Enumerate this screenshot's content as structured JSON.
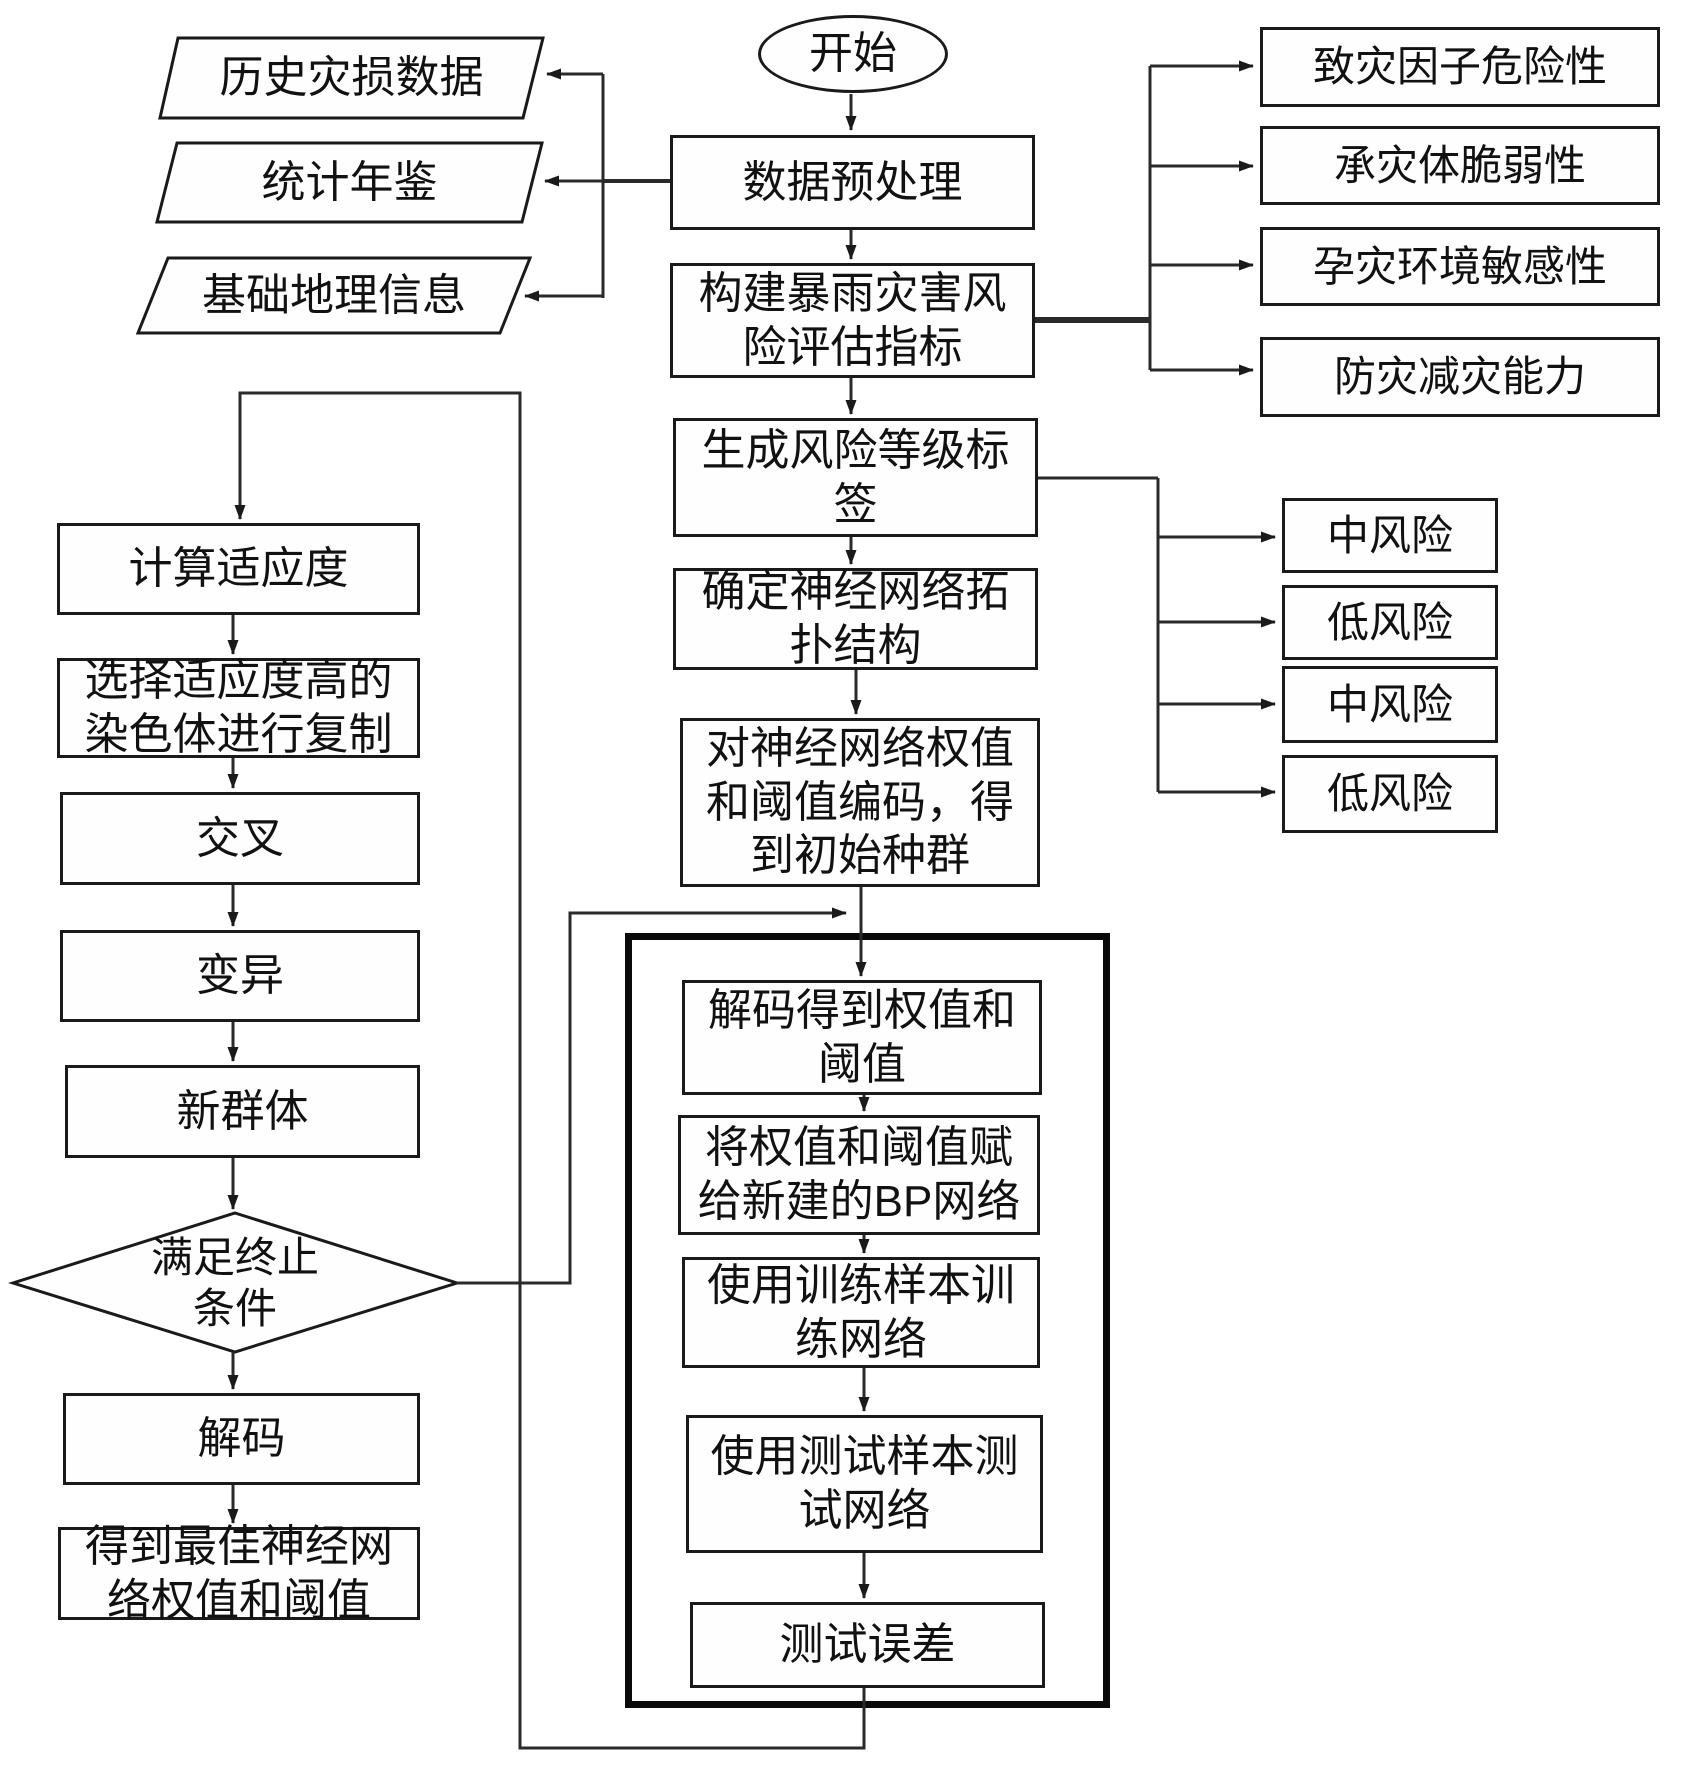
{
  "flowchart": {
    "nodes": {
      "start": "开始",
      "preprocess": "数据预处理",
      "build_index": "构建暴雨灾害风\n险评估指标",
      "gen_labels": "生成风险等级标\n签",
      "topology": "确定神经网络拓\n扑结构",
      "encode": "对神经网络权值\n和阈值编码，得\n到初始种群",
      "decode_weights": "解码得到权值和\n阈值",
      "assign_bp": "将权值和阈值赋\n给新建的BP网络",
      "train": "使用训练样本训\n练网络",
      "test": "使用测试样本测\n试网络",
      "test_error": "测试误差",
      "hist_data": "历史灾损数据",
      "yearbook": "统计年鉴",
      "geo_info": "基础地理信息",
      "fitness": "计算适应度",
      "select_copy": "选择适应度高的\n染色体进行复制",
      "crossover": "交叉",
      "mutation": "变异",
      "new_population": "新群体",
      "terminate": "满足终止\n条件",
      "decode": "解码",
      "best_weights": "得到最佳神经网\n络权值和阈值",
      "hazard": "致灾因子危险性",
      "vulnerability": "承灾体脆弱性",
      "sensitivity": "孕灾环境敏感性",
      "capability": "防灾减灾能力",
      "risk1": "中风险",
      "risk2": "低风险",
      "risk3": "中风险",
      "risk4": "低风险"
    },
    "colors": {
      "line": "#2a2a2a",
      "border": "#1a1a1a",
      "thick_border": "#0a0a0a",
      "background": "#ffffff"
    }
  }
}
